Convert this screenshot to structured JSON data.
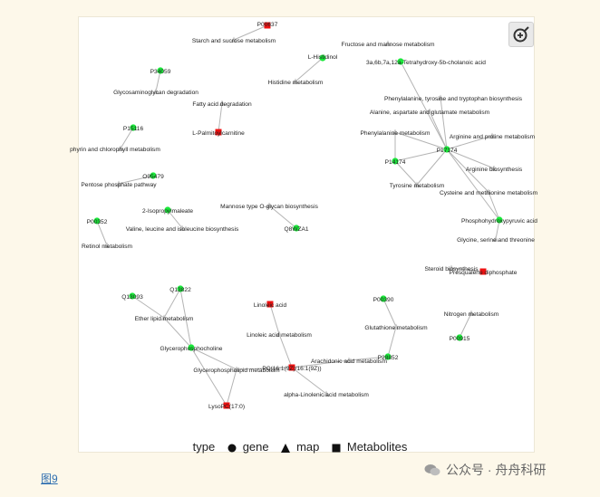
{
  "colors": {
    "gene": "#1ae83a",
    "metabolite": "#ee1111",
    "map": "#c8c8c8",
    "edge": "#b4b4b4"
  },
  "zoom_button": {
    "icon": "magnifier-plus-icon"
  },
  "legend": {
    "title": "type",
    "gene": "gene",
    "map": "map",
    "metabolite": "Metabolites"
  },
  "caption": "图9",
  "watermark": {
    "text": "公众号 · 舟舟科研",
    "icon": "wechat-icon"
  },
  "nodes": [
    {
      "id": "p00637",
      "label": "P00637",
      "type": "metabolite"
    },
    {
      "id": "starch",
      "label": "Starch and sucrose metabolism",
      "type": "map"
    },
    {
      "id": "lhist",
      "label": "L-Histidinol",
      "type": "gene"
    },
    {
      "id": "histmet",
      "label": "Histidine metabolism",
      "type": "map"
    },
    {
      "id": "fructose",
      "label": "Fructose and mannose metabolism",
      "type": "map"
    },
    {
      "id": "tetrahyd",
      "label": "3a,6b,7a,12a-Tetrahydroxy-5b-cholanoic acid",
      "type": "gene"
    },
    {
      "id": "p34059",
      "label": "P34059",
      "type": "gene"
    },
    {
      "id": "glycosam",
      "label": "Glycosaminoglycan degradation",
      "type": "map"
    },
    {
      "id": "fattyacid",
      "label": "Fatty acid degradation",
      "type": "map"
    },
    {
      "id": "lpalm",
      "label": "L-Palmitoylcarnitine",
      "type": "metabolite"
    },
    {
      "id": "phetyr",
      "label": "Phenylalanine, tyrosine and tryptophan biosynthesis",
      "type": "map"
    },
    {
      "id": "alaasp",
      "label": "Alanine, aspartate and glutamate metabolism",
      "type": "map"
    },
    {
      "id": "p15116",
      "label": "P15116",
      "type": "gene"
    },
    {
      "id": "porphyrin",
      "label": "phyrin and chlorophyll metabolism",
      "type": "map"
    },
    {
      "id": "phemet",
      "label": "Phenylalanine metabolism",
      "type": "map"
    },
    {
      "id": "p17174",
      "label": "P17174",
      "type": "gene"
    },
    {
      "id": "argpro",
      "label": "Arginine and proline metabolism",
      "type": "map"
    },
    {
      "id": "p14174",
      "label": "P14174",
      "type": "gene"
    },
    {
      "id": "argbio",
      "label": "Arginine biosynthesis",
      "type": "map"
    },
    {
      "id": "o95479",
      "label": "O95479",
      "type": "gene"
    },
    {
      "id": "pentose",
      "label": "Pentose phosphate pathway",
      "type": "map"
    },
    {
      "id": "tyrmet",
      "label": "Tyrosine metabolism",
      "type": "map"
    },
    {
      "id": "cysmet",
      "label": "Cysteine and methionine metabolism",
      "type": "map"
    },
    {
      "id": "isopropyl",
      "label": "2-Isopropylmaleate",
      "type": "gene"
    },
    {
      "id": "mannoseo",
      "label": "Mannose type O-glycan biosynthesis",
      "type": "map"
    },
    {
      "id": "p00352",
      "label": "P00352",
      "type": "gene"
    },
    {
      "id": "valleu",
      "label": "Valine, leucine and isoleucine biosynthesis",
      "type": "map"
    },
    {
      "id": "q8wza1",
      "label": "Q8WZA1",
      "type": "gene"
    },
    {
      "id": "phpyr",
      "label": "Phosphohydroxypyruvic acid",
      "type": "gene"
    },
    {
      "id": "retinol",
      "label": "Retinol metabolism",
      "type": "map"
    },
    {
      "id": "glyser",
      "label": "Glycine, serine and threonine",
      "type": "map"
    },
    {
      "id": "steroid",
      "label": "Steroid biosynthesis",
      "type": "map"
    },
    {
      "id": "presq",
      "label": "Presqualene diphosphate",
      "type": "metabolite"
    },
    {
      "id": "q13093",
      "label": "Q13093",
      "type": "gene"
    },
    {
      "id": "q13822",
      "label": "Q13822",
      "type": "gene"
    },
    {
      "id": "linoleic",
      "label": "Linoleic acid",
      "type": "metabolite"
    },
    {
      "id": "p00390",
      "label": "P00390",
      "type": "gene"
    },
    {
      "id": "ether",
      "label": "Ether lipid metabolism",
      "type": "map"
    },
    {
      "id": "nitrogen",
      "label": "Nitrogen metabolism",
      "type": "map"
    },
    {
      "id": "glutath",
      "label": "Glutathione metabolism",
      "type": "map"
    },
    {
      "id": "linmet",
      "label": "Linoleic acid metabolism",
      "type": "map"
    },
    {
      "id": "p00915",
      "label": "P00915",
      "type": "gene"
    },
    {
      "id": "glycerophos",
      "label": "Glycerophosphocholine",
      "type": "gene"
    },
    {
      "id": "p28852",
      "label": "P28852",
      "type": "gene"
    },
    {
      "id": "arach",
      "label": "Arachidonic acid metabolism",
      "type": "map"
    },
    {
      "id": "pc16",
      "label": "PC(16:1(9Z)/16:1(9Z))",
      "type": "metabolite"
    },
    {
      "id": "gplmet",
      "label": "Glycerophospholipid metabolism",
      "type": "map"
    },
    {
      "id": "alphalin",
      "label": "alpha-Linolenic acid metabolism",
      "type": "map"
    },
    {
      "id": "lysopc",
      "label": "LysoPC(17:0)",
      "type": "metabolite"
    }
  ],
  "edges": [
    [
      "p00637",
      "starch"
    ],
    [
      "lhist",
      "histmet"
    ],
    [
      "p34059",
      "glycosam"
    ],
    [
      "fattyacid",
      "lpalm"
    ],
    [
      "p15116",
      "porphyrin"
    ],
    [
      "o95479",
      "pentose"
    ],
    [
      "isopropyl",
      "valleu"
    ],
    [
      "mannoseo",
      "q8wza1"
    ],
    [
      "p00352",
      "retinol"
    ],
    [
      "tetrahyd",
      "p17174"
    ],
    [
      "phetyr",
      "p17174"
    ],
    [
      "alaasp",
      "p17174"
    ],
    [
      "phemet",
      "p17174"
    ],
    [
      "argpro",
      "p17174"
    ],
    [
      "argbio",
      "p17174"
    ],
    [
      "cysmet",
      "p17174"
    ],
    [
      "p14174",
      "p17174"
    ],
    [
      "p14174",
      "phemet"
    ],
    [
      "p14174",
      "tyrmet"
    ],
    [
      "p17174",
      "tyrmet"
    ],
    [
      "phpyr",
      "p17174"
    ],
    [
      "phpyr",
      "glyser"
    ],
    [
      "phpyr",
      "cysmet"
    ],
    [
      "steroid",
      "presq"
    ],
    [
      "q13093",
      "ether"
    ],
    [
      "q13822",
      "ether"
    ],
    [
      "q13822",
      "glycerophos"
    ],
    [
      "glycerophos",
      "ether"
    ],
    [
      "glycerophos",
      "gplmet"
    ],
    [
      "glycerophos",
      "lysopc"
    ],
    [
      "gplmet",
      "lysopc"
    ],
    [
      "gplmet",
      "pc16"
    ],
    [
      "linoleic",
      "linmet"
    ],
    [
      "linmet",
      "pc16"
    ],
    [
      "pc16",
      "arach"
    ],
    [
      "pc16",
      "alphalin"
    ],
    [
      "arach",
      "p28852"
    ],
    [
      "p28852",
      "glutath"
    ],
    [
      "p00390",
      "glutath"
    ],
    [
      "p00915",
      "nitrogen"
    ]
  ]
}
